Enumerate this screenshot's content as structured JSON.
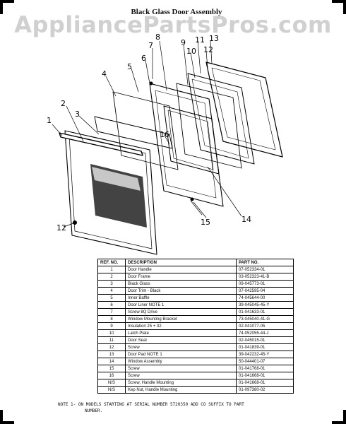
{
  "watermark": "AppliancePartsPros.com",
  "header": {
    "title": "Black Glass Door Assembly",
    "subtitle": ""
  },
  "callouts": [
    "1",
    "2",
    "3",
    "4",
    "5",
    "6",
    "7",
    "8",
    "9",
    "10",
    "11",
    "12",
    "13",
    "14",
    "15",
    "16",
    "12"
  ],
  "table": {
    "columns": [
      "REF. NO.",
      "DESCRIPTION",
      "PART NO."
    ],
    "rows": [
      {
        "ref": "1",
        "desc": "Door Handle",
        "part": "07-052334-01"
      },
      {
        "ref": "2",
        "desc": "Door Frame",
        "part": "03-052323-41-B"
      },
      {
        "ref": "3",
        "desc": "Black Glass",
        "part": "09-045773-01"
      },
      {
        "ref": "4",
        "desc": "Door Trim - Black",
        "part": "07-042595-04"
      },
      {
        "ref": "5",
        "desc": "Inner Baffle",
        "part": "74-045644-00"
      },
      {
        "ref": "6",
        "desc": "Door Liner   NOTE 1",
        "part": "39-045045-45-Y"
      },
      {
        "ref": "7",
        "desc": "Screw 8Q Drive",
        "part": "01-041633-01"
      },
      {
        "ref": "8",
        "desc": "Window Mounting Bracket",
        "part": "73-045040-41-G"
      },
      {
        "ref": "9",
        "desc": "Insulation 25 + 32",
        "part": "02-041077-05"
      },
      {
        "ref": "10",
        "desc": "Latch Plate",
        "part": "74-052055-44-J"
      },
      {
        "ref": "11",
        "desc": "Door Seal",
        "part": "02-045015-01"
      },
      {
        "ref": "12",
        "desc": "Screw",
        "part": "01-041839-01"
      },
      {
        "ref": "13",
        "desc": "Door Pad   NOTE 1",
        "part": "39-042232-45-Y"
      },
      {
        "ref": "14",
        "desc": "Window Assembly",
        "part": "50-044401-07"
      },
      {
        "ref": "15",
        "desc": "Screw",
        "part": "01-041768-01"
      },
      {
        "ref": "16",
        "desc": "Screw",
        "part": "01-041668-01"
      },
      {
        "ref": "N/S",
        "desc": "Screw, Handle Mounting",
        "part": "01-041668-01"
      },
      {
        "ref": "N/S",
        "desc": "Kep Nut, Handle Mounting",
        "part": "01-097380-02"
      }
    ]
  },
  "note": {
    "line1": "NOTE 1- ON MODELS STARTING AT SERIAL NUMBER 5720350 ADD CO SUFFIX TO PART",
    "line2": "NUMBER."
  }
}
